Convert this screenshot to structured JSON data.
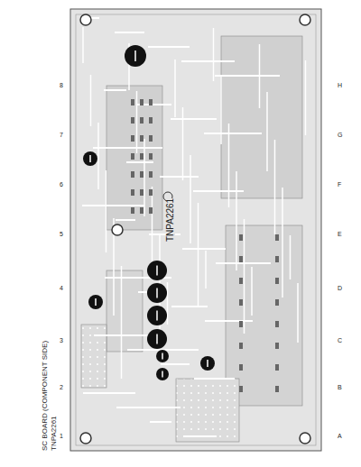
{
  "diagram": {
    "labels": [
      "SC BOARD (COMPONENT SIDE)",
      "TNPA2261",
      "TNPA2261",
      "1",
      "2",
      "3",
      "4",
      "5",
      "6",
      "7",
      "8",
      "A",
      "B",
      "C",
      "D",
      "E",
      "F",
      "G",
      "H"
    ]
  }
}
